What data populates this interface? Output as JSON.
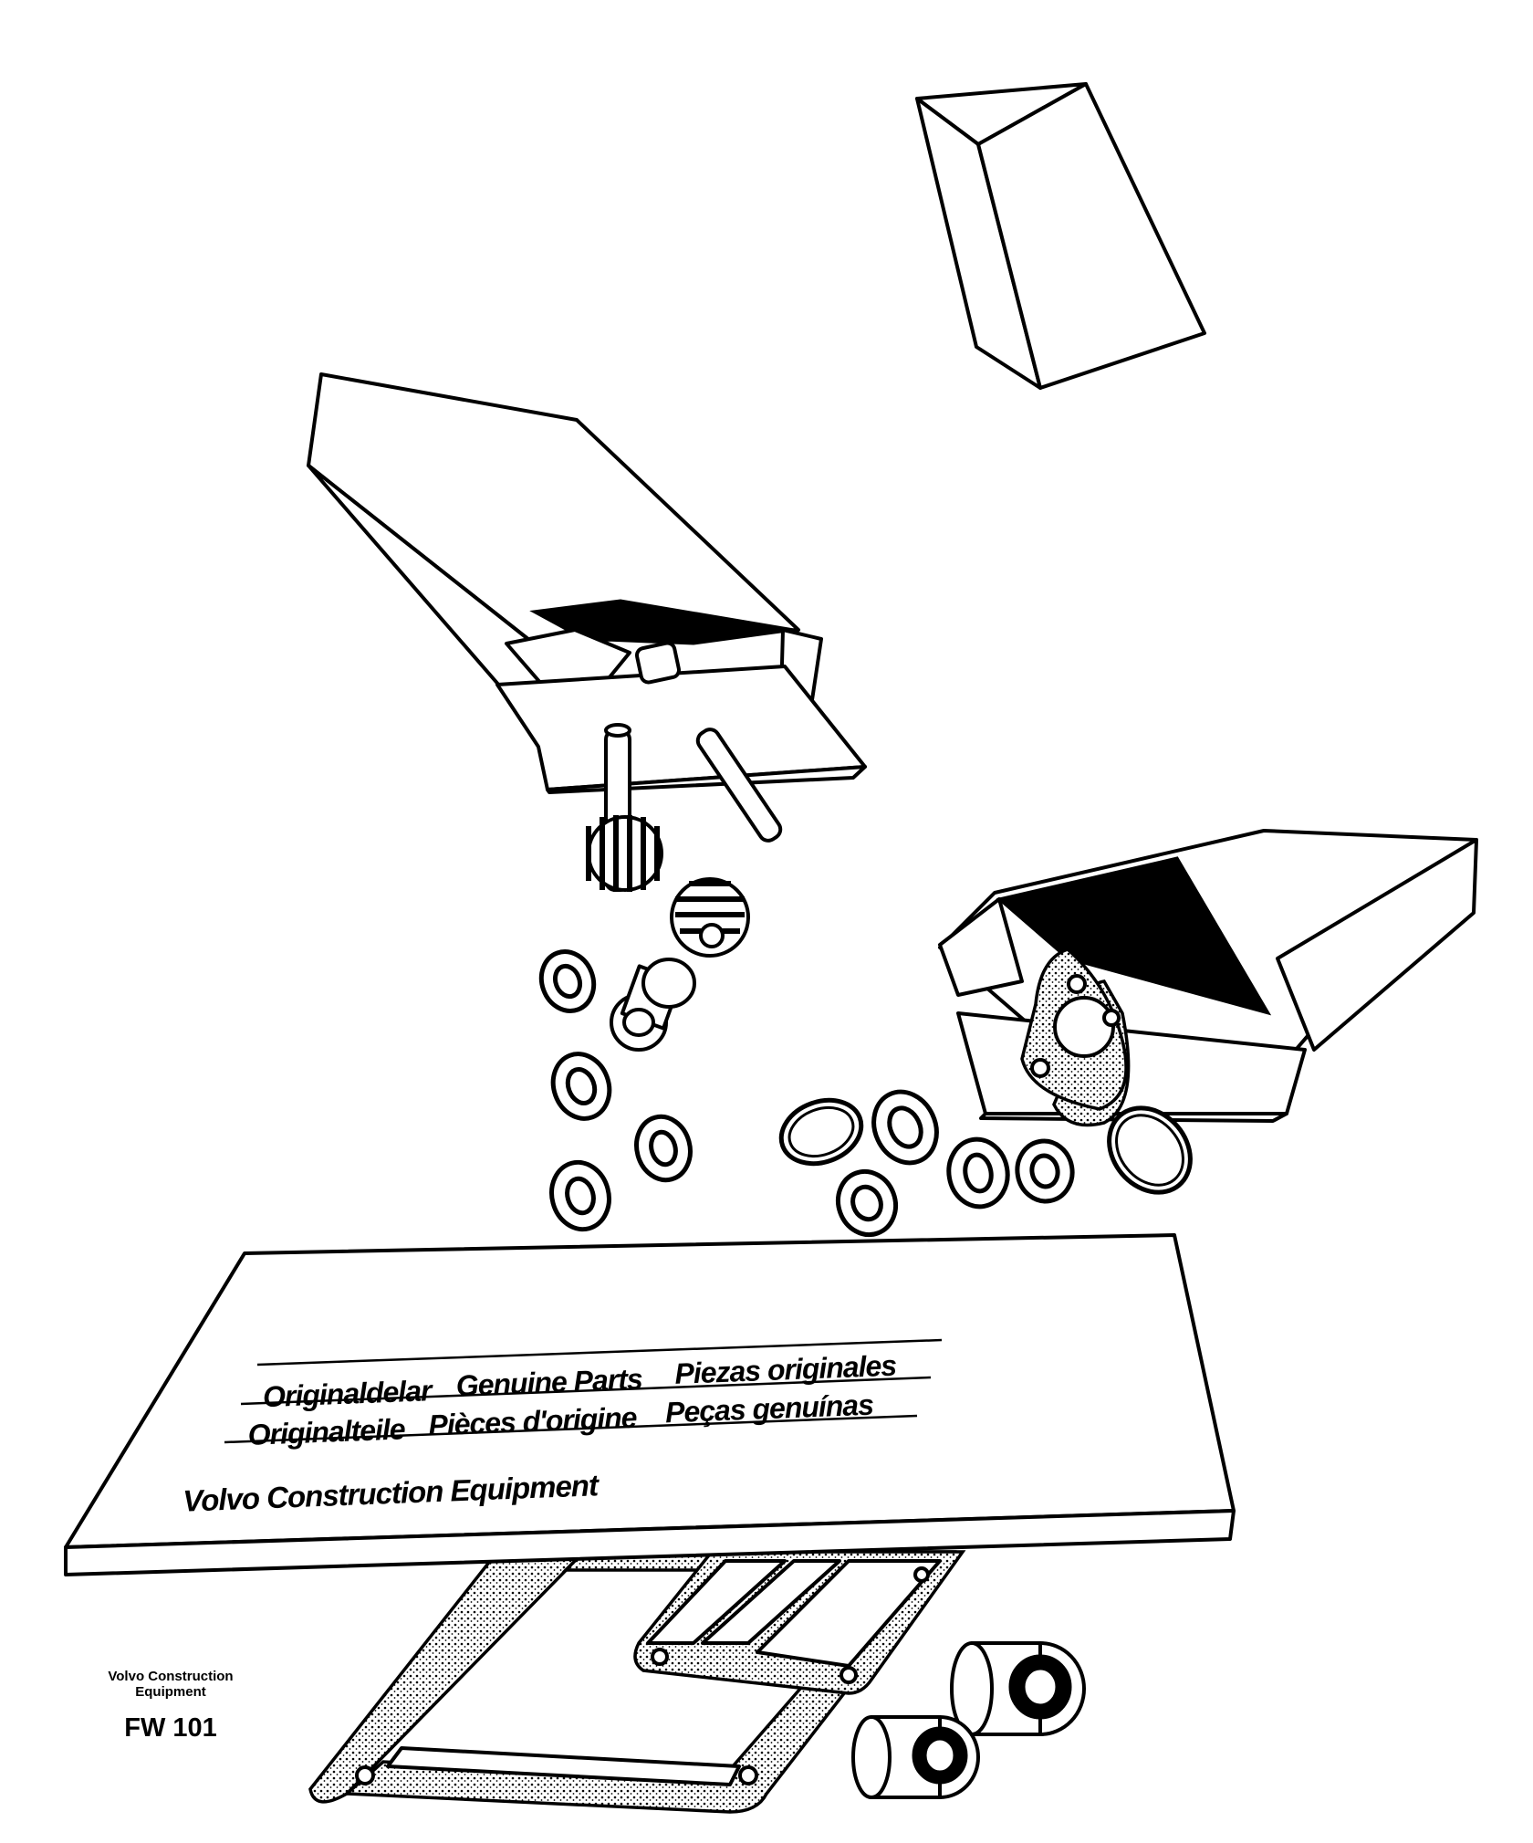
{
  "card": {
    "line1": [
      "Originaldelar",
      "Genuine Parts",
      "Piezas originales"
    ],
    "line2": [
      "Originalteile",
      "Pièces d'origine",
      "Peças genuínas"
    ],
    "brand": "Volvo Construction Equipment"
  },
  "footer": {
    "brand_line1": "Volvo Construction",
    "brand_line2": "Equipment",
    "code": "FW 101"
  }
}
